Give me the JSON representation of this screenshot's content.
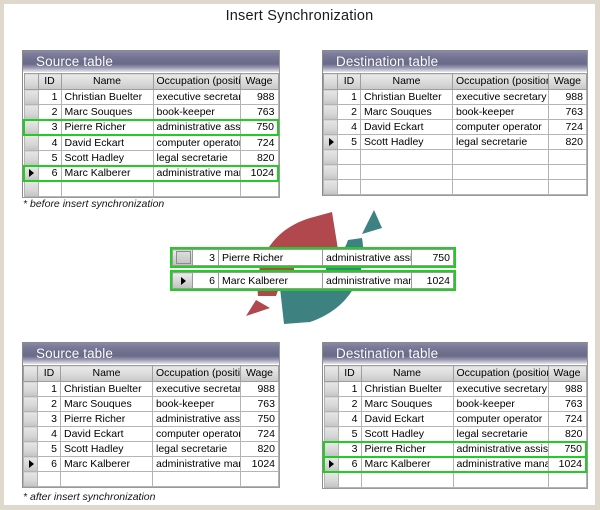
{
  "page": {
    "title": "Insert Synchronization",
    "accent_green": "#22cc22",
    "title_bar_color": "#70708f",
    "arrow_red": "#b04a4e",
    "arrow_teal": "#3e8181",
    "border_color": "#ded9cc"
  },
  "columns": {
    "sel": "",
    "id": "ID",
    "name": "Name",
    "occupation": "Occupation (position)",
    "wage": "Wage"
  },
  "before": {
    "caption": "* before insert synchronization",
    "source": {
      "title": "Source table",
      "rows": [
        {
          "marker": "",
          "id": "1",
          "name": "Christian Buelter",
          "occupation": "executive secretary",
          "wage": "988",
          "highlight": false
        },
        {
          "marker": "",
          "id": "2",
          "name": "Marc Souques",
          "occupation": "book-keeper",
          "wage": "763",
          "highlight": false
        },
        {
          "marker": "",
          "id": "3",
          "name": "Pierre Richer",
          "occupation": "administrative assistant",
          "wage": "750",
          "highlight": true
        },
        {
          "marker": "",
          "id": "4",
          "name": "David Eckart",
          "occupation": "computer operator",
          "wage": "724",
          "highlight": false
        },
        {
          "marker": "",
          "id": "5",
          "name": "Scott Hadley",
          "occupation": "legal secretarie",
          "wage": "820",
          "highlight": false
        },
        {
          "marker": "caret",
          "id": "6",
          "name": "Marc Kalberer",
          "occupation": "administrative manager",
          "wage": "1024",
          "highlight": true
        }
      ],
      "empty_rows": 1
    },
    "destination": {
      "title": "Destination table",
      "rows": [
        {
          "marker": "",
          "id": "1",
          "name": "Christian Buelter",
          "occupation": "executive secretary",
          "wage": "988",
          "highlight": false
        },
        {
          "marker": "",
          "id": "2",
          "name": "Marc Souques",
          "occupation": "book-keeper",
          "wage": "763",
          "highlight": false
        },
        {
          "marker": "",
          "id": "4",
          "name": "David Eckart",
          "occupation": "computer operator",
          "wage": "724",
          "highlight": false
        },
        {
          "marker": "caret",
          "id": "5",
          "name": "Scott Hadley",
          "occupation": "legal secretarie",
          "wage": "820",
          "highlight": false
        }
      ],
      "empty_rows": 3
    }
  },
  "transfer": {
    "rows": [
      {
        "marker": "box",
        "id": "3",
        "name": "Pierre Richer",
        "occupation": "administrative assistant",
        "wage": "750"
      },
      {
        "marker": "caret",
        "id": "6",
        "name": "Marc Kalberer",
        "occupation": "administrative manager",
        "wage": "1024"
      }
    ]
  },
  "after": {
    "caption": "* after insert synchronization",
    "source": {
      "title": "Source table",
      "rows": [
        {
          "marker": "",
          "id": "1",
          "name": "Christian Buelter",
          "occupation": "executive secretary",
          "wage": "988",
          "highlight": false
        },
        {
          "marker": "",
          "id": "2",
          "name": "Marc Souques",
          "occupation": "book-keeper",
          "wage": "763",
          "highlight": false
        },
        {
          "marker": "",
          "id": "3",
          "name": "Pierre Richer",
          "occupation": "administrative assistant",
          "wage": "750",
          "highlight": false
        },
        {
          "marker": "",
          "id": "4",
          "name": "David Eckart",
          "occupation": "computer operator",
          "wage": "724",
          "highlight": false
        },
        {
          "marker": "",
          "id": "5",
          "name": "Scott Hadley",
          "occupation": "legal secretarie",
          "wage": "820",
          "highlight": false
        },
        {
          "marker": "caret",
          "id": "6",
          "name": "Marc Kalberer",
          "occupation": "administrative manager",
          "wage": "1024",
          "highlight": false
        }
      ],
      "empty_rows": 1
    },
    "destination": {
      "title": "Destination table",
      "rows": [
        {
          "marker": "",
          "id": "1",
          "name": "Christian Buelter",
          "occupation": "executive secretary",
          "wage": "988",
          "highlight": false
        },
        {
          "marker": "",
          "id": "2",
          "name": "Marc Souques",
          "occupation": "book-keeper",
          "wage": "763",
          "highlight": false
        },
        {
          "marker": "",
          "id": "4",
          "name": "David Eckart",
          "occupation": "computer operator",
          "wage": "724",
          "highlight": false
        },
        {
          "marker": "",
          "id": "5",
          "name": "Scott Hadley",
          "occupation": "legal secretarie",
          "wage": "820",
          "highlight": false
        },
        {
          "marker": "",
          "id": "3",
          "name": "Pierre Richer",
          "occupation": "administrative assistant",
          "wage": "750",
          "highlight": true
        },
        {
          "marker": "caret",
          "id": "6",
          "name": "Marc Kalberer",
          "occupation": "administrative manager",
          "wage": "1024",
          "highlight": true
        }
      ],
      "empty_rows": 1
    }
  }
}
